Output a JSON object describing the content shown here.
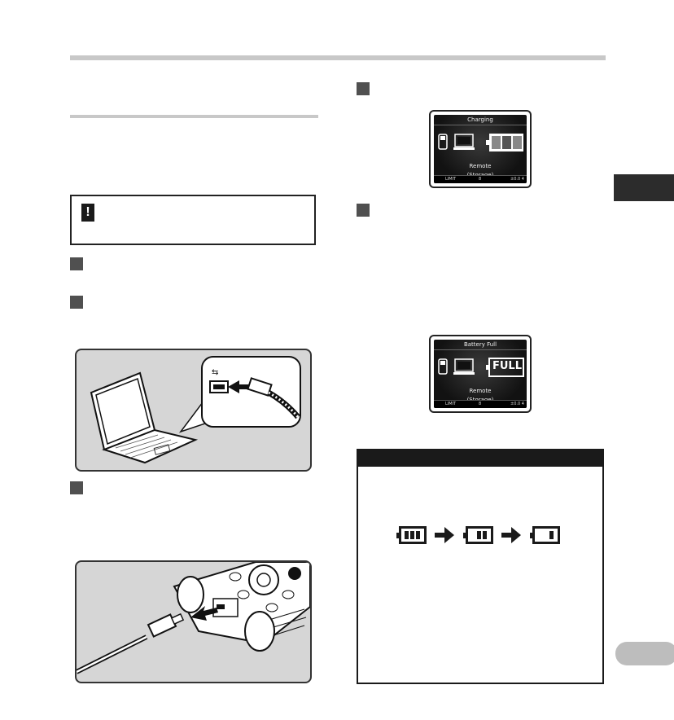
{
  "page": {
    "warning_icon_glyph": "!"
  },
  "screen_charging": {
    "title": "Charging",
    "line1": "Remote",
    "line2": "(Storage)",
    "status_left": "LIMIT",
    "status_mid": "8",
    "status_right": "±0.0 4"
  },
  "screen_full": {
    "title": "Battery Full",
    "full_label": "FULL",
    "line1": "Remote",
    "line2": "(Storage)",
    "status_left": "LIMIT",
    "status_mid": "8",
    "status_right": "±0.0 4"
  },
  "battery_sequence": {
    "levels": [
      3,
      2,
      1
    ],
    "description": "battery levels: full, two bars, one bar"
  },
  "colors": {
    "rule": "#c8c8c8",
    "step_square": "#505050",
    "side_tab": "#2c2c2c",
    "side_pill": "#bdbdbd"
  }
}
